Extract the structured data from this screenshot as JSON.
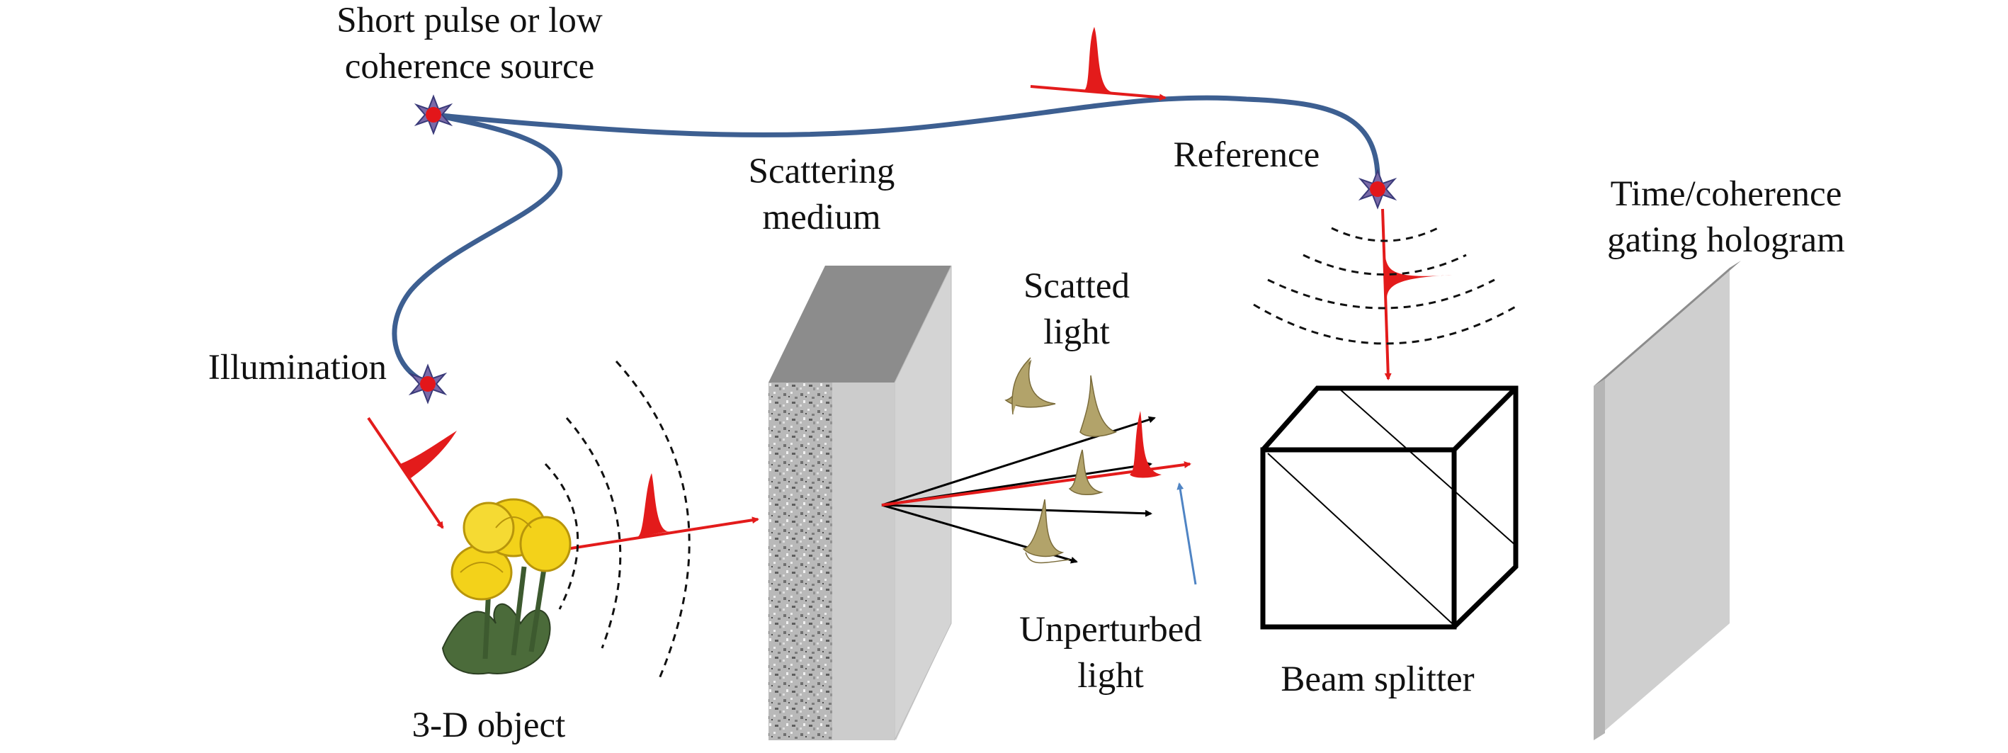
{
  "labels": {
    "source_line1": "Short pulse or low",
    "source_line2": "coherence source",
    "reference": "Reference",
    "hologram_line1": "Time/coherence",
    "hologram_line2": "gating hologram",
    "scattering_line1": "Scattering",
    "scattering_line2": "medium",
    "scattered_line1": "Scatted",
    "scattered_line2": "light",
    "illumination": "Illumination",
    "unperturbed_line1": "Unperturbed",
    "unperturbed_line2": "light",
    "beam_splitter": "Beam splitter",
    "object": "3-D object"
  },
  "colors": {
    "fiber": "#3d5f91",
    "pulse": "#e31b1b",
    "scattered_pulse": "#a89a5e",
    "unperturbed_arrow": "#4f84c4",
    "medium_front": "#c8c8c8",
    "medium_top": "#8c8c8c",
    "hologram": "#cfcfcf",
    "source_dot": "#e3161a",
    "source_star": "#5a5aa0",
    "flower_yellow": "#f3d21a",
    "leaf": "#4b6b3a"
  }
}
